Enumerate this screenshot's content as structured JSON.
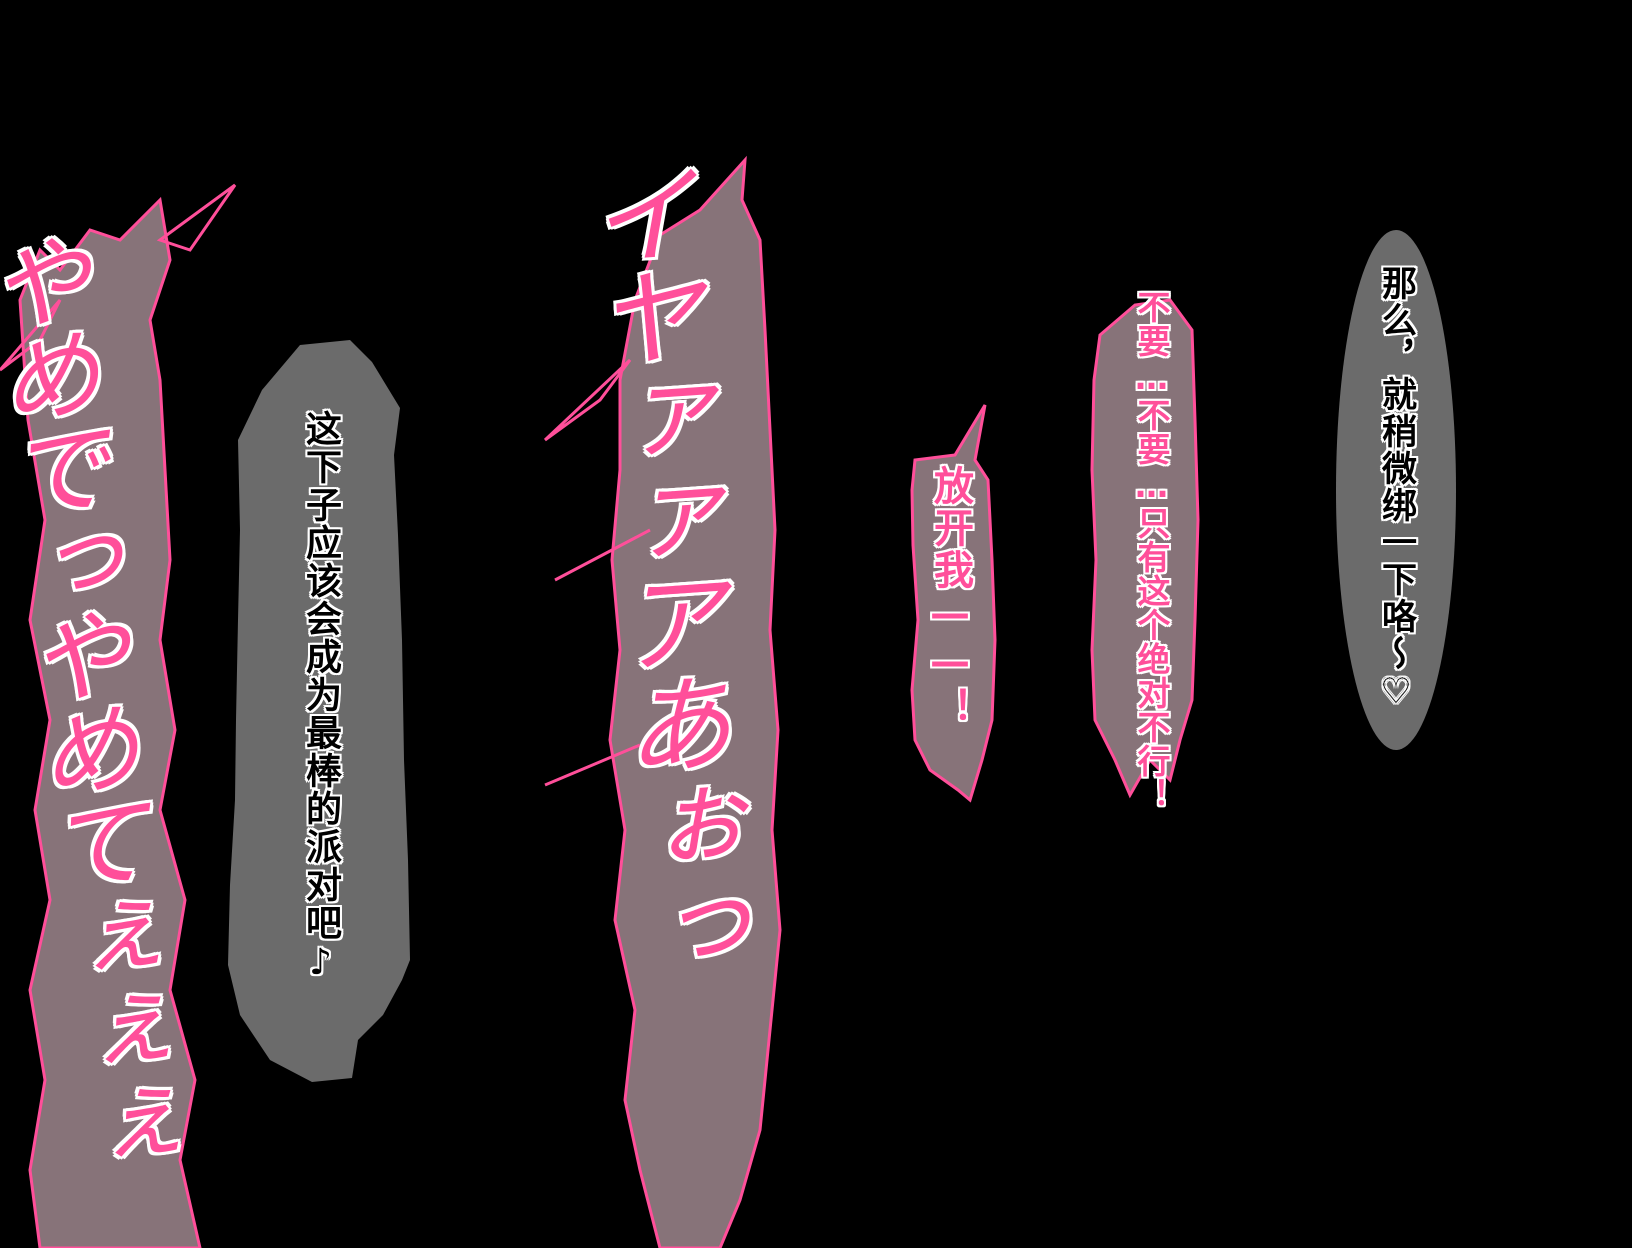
{
  "colors": {
    "background": "#000000",
    "bubble_gray": "#6b6b6b",
    "bubble_mauve": "#877379",
    "accent_pink": "#ff4f9a"
  },
  "panel": {
    "sfx_left": "やめでっやめてぇぇぇ",
    "sfx_center": "イヤァァアあぉっ",
    "dialog_party": "这下子应该会成为最棒的派对吧♪",
    "dialog_release": "放开我——！",
    "dialog_no": "不要…不要…只有这个绝对不行！",
    "dialog_tie": "那么，就稍微绑一下咯～♡"
  }
}
